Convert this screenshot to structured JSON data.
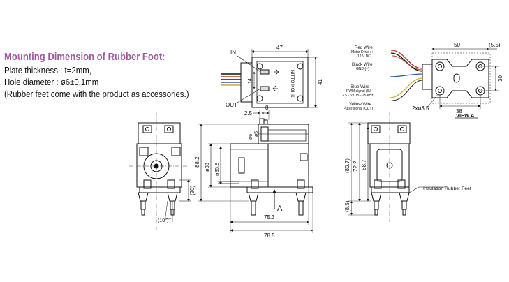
{
  "spec": {
    "heading": "Mounting Dimension of Rubber Foot:",
    "lines": [
      "Plate thickness : t=2mm,",
      "Hole diameter : ø6±0.1mm",
      "(Rubber feet come with the product as accessories.)"
    ]
  },
  "colors": {
    "heading": "#a05ba0",
    "line": "#111111",
    "red_wire": "#c0392b",
    "blue_wire": "#2c5aa0",
    "yellow_wire": "#c8a82a"
  },
  "top_view": {
    "in_label": "IN",
    "out_label": "OUT",
    "brand": "NITTO KOHKI",
    "dims": {
      "width": "47",
      "height": "41",
      "port": "14"
    }
  },
  "view_a": {
    "title": "VIEW A",
    "dims": {
      "width": "50",
      "right": "(5.5)",
      "height": "30",
      "bottom": "38",
      "holes": "2xø3.5"
    },
    "wires": [
      {
        "name": "Red Wire",
        "desc1": "Motor Drive (+)",
        "desc2": "12 V DC"
      },
      {
        "name": "Black Wire",
        "desc1": "GND (−)",
        "desc2": ""
      },
      {
        "name": "Blue Wire",
        "desc1": "PWM signal (IN)",
        "desc2": "2.5 - 5V  15 - 25 kHz"
      },
      {
        "name": "Yellow Wire",
        "desc1": "Pulse signal (OUT)",
        "desc2": ""
      }
    ]
  },
  "front_view": {
    "dims": {
      "foot": "(20)",
      "angle": "(10°)"
    }
  },
  "side_view": {
    "dims": {
      "top1": "8",
      "top2": "2.5",
      "small1": "ø6",
      "small2": "ø5",
      "height": "88.2",
      "dia1": "ø38",
      "dia2": "ø35.8",
      "len1": "75.3",
      "len2": "78.5"
    },
    "arrow_label": "A"
  },
  "rear_view": {
    "dims": {
      "h1": "(80.7)",
      "h2": "72.2",
      "h3": "68.7",
      "foot": "(8.5)"
    },
    "callout": "Insulation Rubber Feet"
  }
}
